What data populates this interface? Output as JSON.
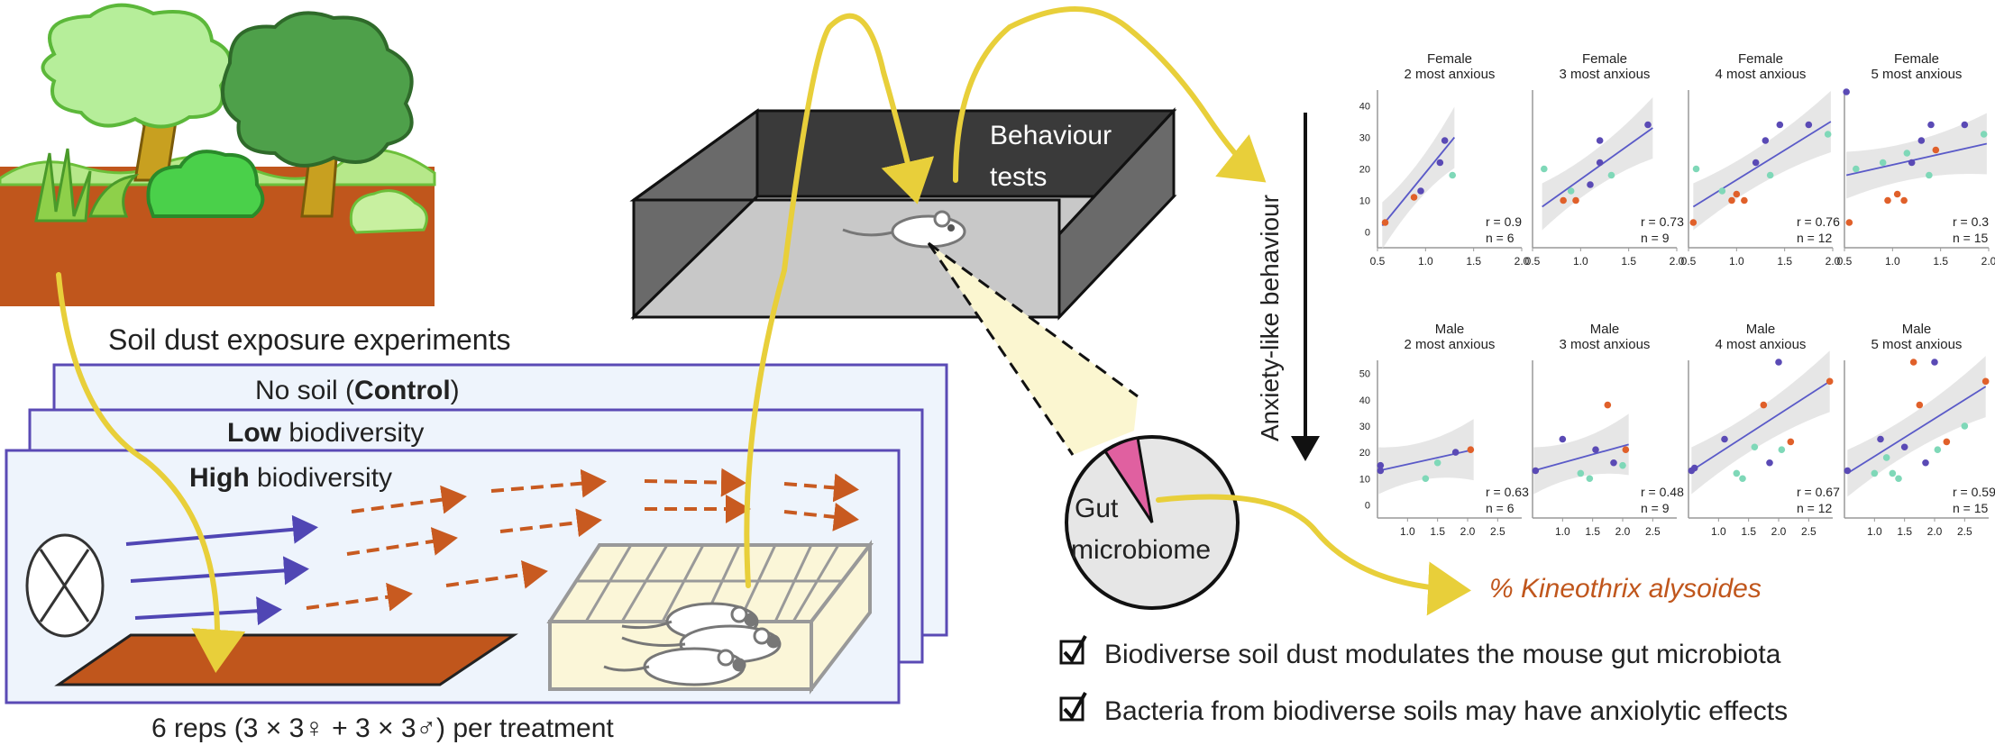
{
  "exposure": {
    "title": "Soil dust exposure experiments",
    "treatments": [
      {
        "bold": "",
        "pre": "No soil (",
        "emph": "Control",
        "post": ")"
      },
      {
        "bold": "Low",
        "pre": "",
        "emph": "",
        "post": " biodiversity"
      },
      {
        "bold": "High",
        "pre": "",
        "emph": "",
        "post": " biodiversity"
      }
    ],
    "reps": "6 reps (3 × 3♀ + 3 × 3♂) per treatment"
  },
  "behaviour": {
    "line1": "Behaviour",
    "line2": "tests"
  },
  "gut": {
    "line1": "Gut",
    "line2": "microbiome"
  },
  "axis": {
    "y_label": "Anxiety-like behaviour",
    "x_label": "% Kineothrix alysoides"
  },
  "colors": {
    "arrow_yellow": "#e8cf3a",
    "fan_arrow": "#5046b4",
    "dust_arrow": "#c85a20",
    "soil": "#c0561c",
    "panel_border": "#5a4ab5",
    "point_purple": "#5a4ab5",
    "point_orange": "#e0602a",
    "point_teal": "#7fd8b8",
    "fit_line": "#5a5ac8",
    "x_label_color": "#c0561c"
  },
  "conclusions": [
    "Biodiverse soil dust modulates the mouse gut microbiota",
    "Bacteria from biodiverse soils may have anxiolytic effects"
  ],
  "chart_data": [
    {
      "type": "scatter",
      "title": "Female\n2 most anxious",
      "xlim": [
        0.5,
        2.0
      ],
      "ylim": [
        -5,
        45
      ],
      "x_ticks": [
        "0.5",
        "1.0",
        "1.5",
        "2.0"
      ],
      "y_ticks": [
        "0",
        "10",
        "20",
        "30",
        "40"
      ],
      "r": "r = 0.9",
      "n": "n = 6",
      "points": [
        {
          "x": 0.58,
          "y": 3,
          "c": "orange"
        },
        {
          "x": 0.88,
          "y": 11,
          "c": "orange"
        },
        {
          "x": 1.2,
          "y": 29,
          "c": "purple"
        },
        {
          "x": 1.28,
          "y": 18,
          "c": "teal"
        },
        {
          "x": 1.15,
          "y": 22,
          "c": "purple"
        },
        {
          "x": 0.95,
          "y": 13,
          "c": "purple"
        }
      ],
      "fit": [
        [
          0.55,
          2
        ],
        [
          1.3,
          30
        ]
      ]
    },
    {
      "type": "scatter",
      "title": "Female\n3 most anxious",
      "xlim": [
        0.5,
        2.0
      ],
      "ylim": [
        -5,
        45
      ],
      "x_ticks": [
        "0.5",
        "1.0",
        "1.5",
        "2.0"
      ],
      "y_ticks": [],
      "r": "r = 0.73",
      "n": "n = 9",
      "points": [
        {
          "x": 0.62,
          "y": 20,
          "c": "teal"
        },
        {
          "x": 0.82,
          "y": 10,
          "c": "orange"
        },
        {
          "x": 0.95,
          "y": 10,
          "c": "orange"
        },
        {
          "x": 0.9,
          "y": 13,
          "c": "teal"
        },
        {
          "x": 1.2,
          "y": 29,
          "c": "purple"
        },
        {
          "x": 1.2,
          "y": 22,
          "c": "purple"
        },
        {
          "x": 1.32,
          "y": 18,
          "c": "teal"
        },
        {
          "x": 1.7,
          "y": 34,
          "c": "purple"
        },
        {
          "x": 1.1,
          "y": 15,
          "c": "purple"
        }
      ],
      "fit": [
        [
          0.6,
          8
        ],
        [
          1.75,
          33
        ]
      ]
    },
    {
      "type": "scatter",
      "title": "Female\n4 most anxious",
      "xlim": [
        0.5,
        2.0
      ],
      "ylim": [
        -5,
        45
      ],
      "x_ticks": [
        "0.5",
        "1.0",
        "1.5",
        "2.0"
      ],
      "y_ticks": [],
      "r": "r = 0.76",
      "n": "n = 12",
      "points": [
        {
          "x": 0.55,
          "y": 3,
          "c": "orange"
        },
        {
          "x": 0.58,
          "y": 20,
          "c": "teal"
        },
        {
          "x": 0.85,
          "y": 13,
          "c": "teal"
        },
        {
          "x": 0.95,
          "y": 10,
          "c": "orange"
        },
        {
          "x": 1.0,
          "y": 12,
          "c": "orange"
        },
        {
          "x": 1.08,
          "y": 10,
          "c": "orange"
        },
        {
          "x": 1.2,
          "y": 22,
          "c": "purple"
        },
        {
          "x": 1.3,
          "y": 29,
          "c": "purple"
        },
        {
          "x": 1.45,
          "y": 34,
          "c": "purple"
        },
        {
          "x": 1.35,
          "y": 18,
          "c": "teal"
        },
        {
          "x": 1.75,
          "y": 34,
          "c": "purple"
        },
        {
          "x": 1.95,
          "y": 31,
          "c": "teal"
        }
      ],
      "fit": [
        [
          0.55,
          8
        ],
        [
          1.98,
          35
        ]
      ]
    },
    {
      "type": "scatter",
      "title": "Female\n5 most anxious",
      "xlim": [
        0.5,
        2.0
      ],
      "ylim": [
        -5,
        45
      ],
      "x_ticks": [
        "0.5",
        "1.0",
        "1.5",
        "2.0"
      ],
      "y_ticks": [],
      "r": "r = 0.3",
      "n": "n = 15",
      "points": [
        {
          "x": 0.52,
          "y": 45,
          "c": "purple"
        },
        {
          "x": 0.55,
          "y": 3,
          "c": "orange"
        },
        {
          "x": 0.62,
          "y": 20,
          "c": "teal"
        },
        {
          "x": 0.9,
          "y": 22,
          "c": "teal"
        },
        {
          "x": 0.95,
          "y": 10,
          "c": "orange"
        },
        {
          "x": 1.05,
          "y": 12,
          "c": "orange"
        },
        {
          "x": 1.12,
          "y": 10,
          "c": "orange"
        },
        {
          "x": 1.2,
          "y": 22,
          "c": "purple"
        },
        {
          "x": 1.3,
          "y": 29,
          "c": "purple"
        },
        {
          "x": 1.4,
          "y": 34,
          "c": "purple"
        },
        {
          "x": 1.45,
          "y": 26,
          "c": "orange"
        },
        {
          "x": 1.38,
          "y": 18,
          "c": "teal"
        },
        {
          "x": 1.75,
          "y": 34,
          "c": "purple"
        },
        {
          "x": 1.95,
          "y": 31,
          "c": "teal"
        },
        {
          "x": 1.15,
          "y": 25,
          "c": "teal"
        }
      ],
      "fit": [
        [
          0.52,
          18
        ],
        [
          1.98,
          28
        ]
      ]
    },
    {
      "type": "scatter",
      "title": "Male\n2 most anxious",
      "xlim": [
        0.5,
        2.9
      ],
      "ylim": [
        -5,
        55
      ],
      "x_ticks": [
        "1.0",
        "1.5",
        "2.0",
        "2.5"
      ],
      "y_ticks": [
        "0",
        "10",
        "20",
        "30",
        "40",
        "50"
      ],
      "r": "r = 0.63",
      "n": "n = 6",
      "points": [
        {
          "x": 0.55,
          "y": 13,
          "c": "purple"
        },
        {
          "x": 0.55,
          "y": 15,
          "c": "purple"
        },
        {
          "x": 1.3,
          "y": 10,
          "c": "teal"
        },
        {
          "x": 1.5,
          "y": 16,
          "c": "teal"
        },
        {
          "x": 1.8,
          "y": 20,
          "c": "purple"
        },
        {
          "x": 2.05,
          "y": 21,
          "c": "orange"
        }
      ],
      "fit": [
        [
          0.52,
          13
        ],
        [
          2.1,
          21
        ]
      ]
    },
    {
      "type": "scatter",
      "title": "Male\n3 most anxious",
      "xlim": [
        0.5,
        2.9
      ],
      "ylim": [
        -5,
        55
      ],
      "x_ticks": [
        "1.0",
        "1.5",
        "2.0",
        "2.5"
      ],
      "y_ticks": [],
      "r": "r = 0.48",
      "n": "n = 9",
      "points": [
        {
          "x": 0.55,
          "y": 13,
          "c": "purple"
        },
        {
          "x": 1.0,
          "y": 25,
          "c": "purple"
        },
        {
          "x": 1.3,
          "y": 12,
          "c": "teal"
        },
        {
          "x": 1.45,
          "y": 10,
          "c": "teal"
        },
        {
          "x": 1.55,
          "y": 21,
          "c": "purple"
        },
        {
          "x": 1.75,
          "y": 38,
          "c": "orange"
        },
        {
          "x": 1.85,
          "y": 16,
          "c": "purple"
        },
        {
          "x": 2.0,
          "y": 15,
          "c": "teal"
        },
        {
          "x": 2.05,
          "y": 21,
          "c": "orange"
        }
      ],
      "fit": [
        [
          0.52,
          13
        ],
        [
          2.1,
          23
        ]
      ]
    },
    {
      "type": "scatter",
      "title": "Male\n4 most anxious",
      "xlim": [
        0.5,
        2.9
      ],
      "ylim": [
        -5,
        55
      ],
      "x_ticks": [
        "1.0",
        "1.5",
        "2.0",
        "2.5"
      ],
      "y_ticks": [],
      "r": "r = 0.67",
      "n": "n = 12",
      "points": [
        {
          "x": 0.55,
          "y": 13,
          "c": "purple"
        },
        {
          "x": 0.6,
          "y": 14,
          "c": "purple"
        },
        {
          "x": 1.1,
          "y": 25,
          "c": "purple"
        },
        {
          "x": 1.3,
          "y": 12,
          "c": "teal"
        },
        {
          "x": 1.4,
          "y": 10,
          "c": "teal"
        },
        {
          "x": 1.6,
          "y": 22,
          "c": "teal"
        },
        {
          "x": 1.75,
          "y": 38,
          "c": "orange"
        },
        {
          "x": 1.85,
          "y": 16,
          "c": "purple"
        },
        {
          "x": 2.0,
          "y": 60,
          "c": "purple"
        },
        {
          "x": 2.05,
          "y": 21,
          "c": "teal"
        },
        {
          "x": 2.2,
          "y": 24,
          "c": "orange"
        },
        {
          "x": 2.85,
          "y": 47,
          "c": "orange"
        }
      ],
      "fit": [
        [
          0.55,
          13
        ],
        [
          2.85,
          47
        ]
      ]
    },
    {
      "type": "scatter",
      "title": "Male\n5 most anxious",
      "xlim": [
        0.5,
        2.9
      ],
      "ylim": [
        -5,
        55
      ],
      "x_ticks": [
        "1.0",
        "1.5",
        "2.0",
        "2.5"
      ],
      "y_ticks": [],
      "r": "r = 0.59",
      "n": "n = 15",
      "points": [
        {
          "x": 0.55,
          "y": 13,
          "c": "purple"
        },
        {
          "x": 1.0,
          "y": 12,
          "c": "teal"
        },
        {
          "x": 1.1,
          "y": 25,
          "c": "purple"
        },
        {
          "x": 1.3,
          "y": 12,
          "c": "teal"
        },
        {
          "x": 1.4,
          "y": 10,
          "c": "teal"
        },
        {
          "x": 1.5,
          "y": 22,
          "c": "purple"
        },
        {
          "x": 1.65,
          "y": 60,
          "c": "orange"
        },
        {
          "x": 1.75,
          "y": 38,
          "c": "orange"
        },
        {
          "x": 1.85,
          "y": 16,
          "c": "purple"
        },
        {
          "x": 2.0,
          "y": 60,
          "c": "purple"
        },
        {
          "x": 2.05,
          "y": 21,
          "c": "teal"
        },
        {
          "x": 2.2,
          "y": 24,
          "c": "orange"
        },
        {
          "x": 2.5,
          "y": 30,
          "c": "teal"
        },
        {
          "x": 2.85,
          "y": 47,
          "c": "orange"
        },
        {
          "x": 1.2,
          "y": 18,
          "c": "teal"
        }
      ],
      "fit": [
        [
          0.55,
          12
        ],
        [
          2.85,
          45
        ]
      ]
    }
  ]
}
